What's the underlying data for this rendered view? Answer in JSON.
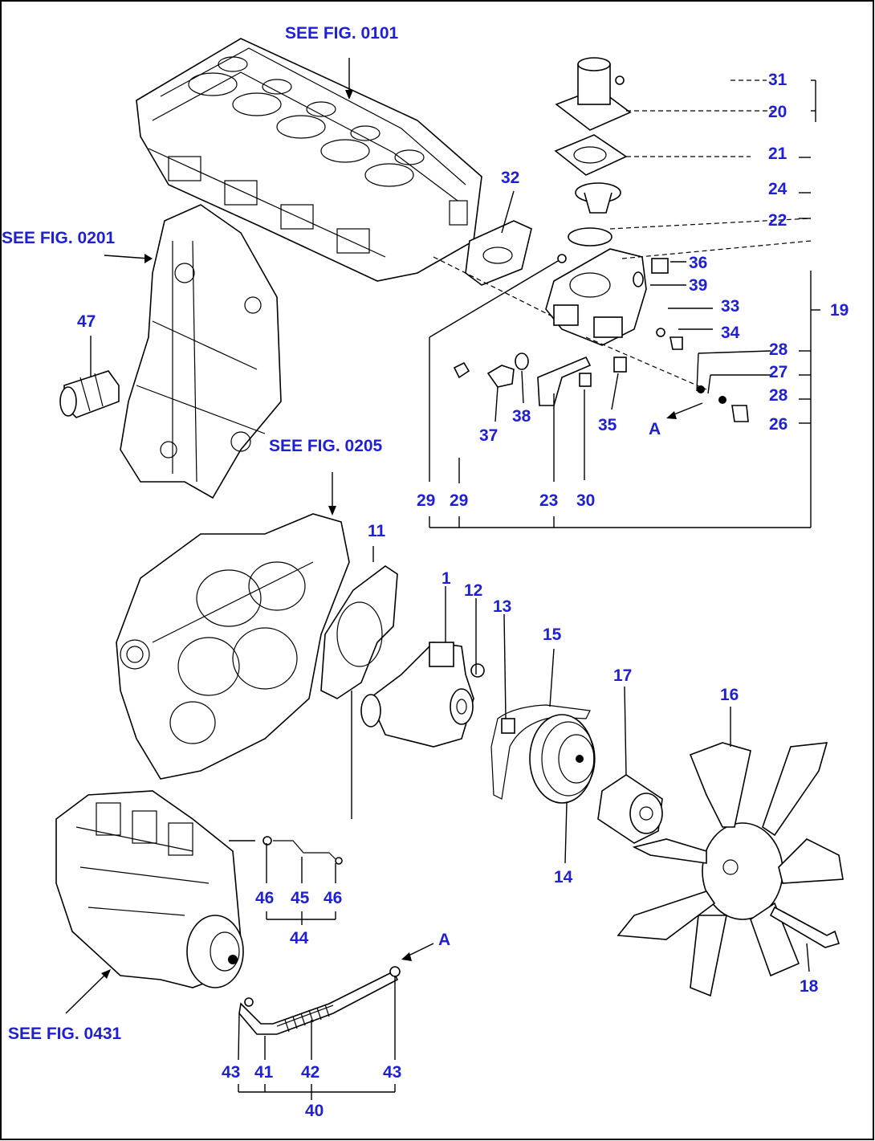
{
  "references": {
    "fig_0101": "SEE FIG. 0101",
    "fig_0201": "SEE FIG. 0201",
    "fig_0205": "SEE FIG. 0205",
    "fig_0431": "SEE FIG. 0431"
  },
  "callouts": {
    "c1": "1",
    "c11": "11",
    "c12": "12",
    "c13": "13",
    "c14": "14",
    "c15": "15",
    "c16": "16",
    "c17": "17",
    "c18": "18",
    "c19": "19",
    "c20": "20",
    "c21": "21",
    "c22": "22",
    "c23": "23",
    "c24": "24",
    "c26": "26",
    "c27": "27",
    "c28a": "28",
    "c28b": "28",
    "c29a": "29",
    "c29b": "29",
    "c30": "30",
    "c31": "31",
    "c32": "32",
    "c33": "33",
    "c34": "34",
    "c35": "35",
    "c36": "36",
    "c37": "37",
    "c38": "38",
    "c39": "39",
    "c40": "40",
    "c41": "41",
    "c42": "42",
    "c43a": "43",
    "c43b": "43",
    "c44": "44",
    "c45": "45",
    "c46a": "46",
    "c46b": "46",
    "c47": "47"
  },
  "connectors": {
    "a_top": "A",
    "a_bottom": "A"
  }
}
